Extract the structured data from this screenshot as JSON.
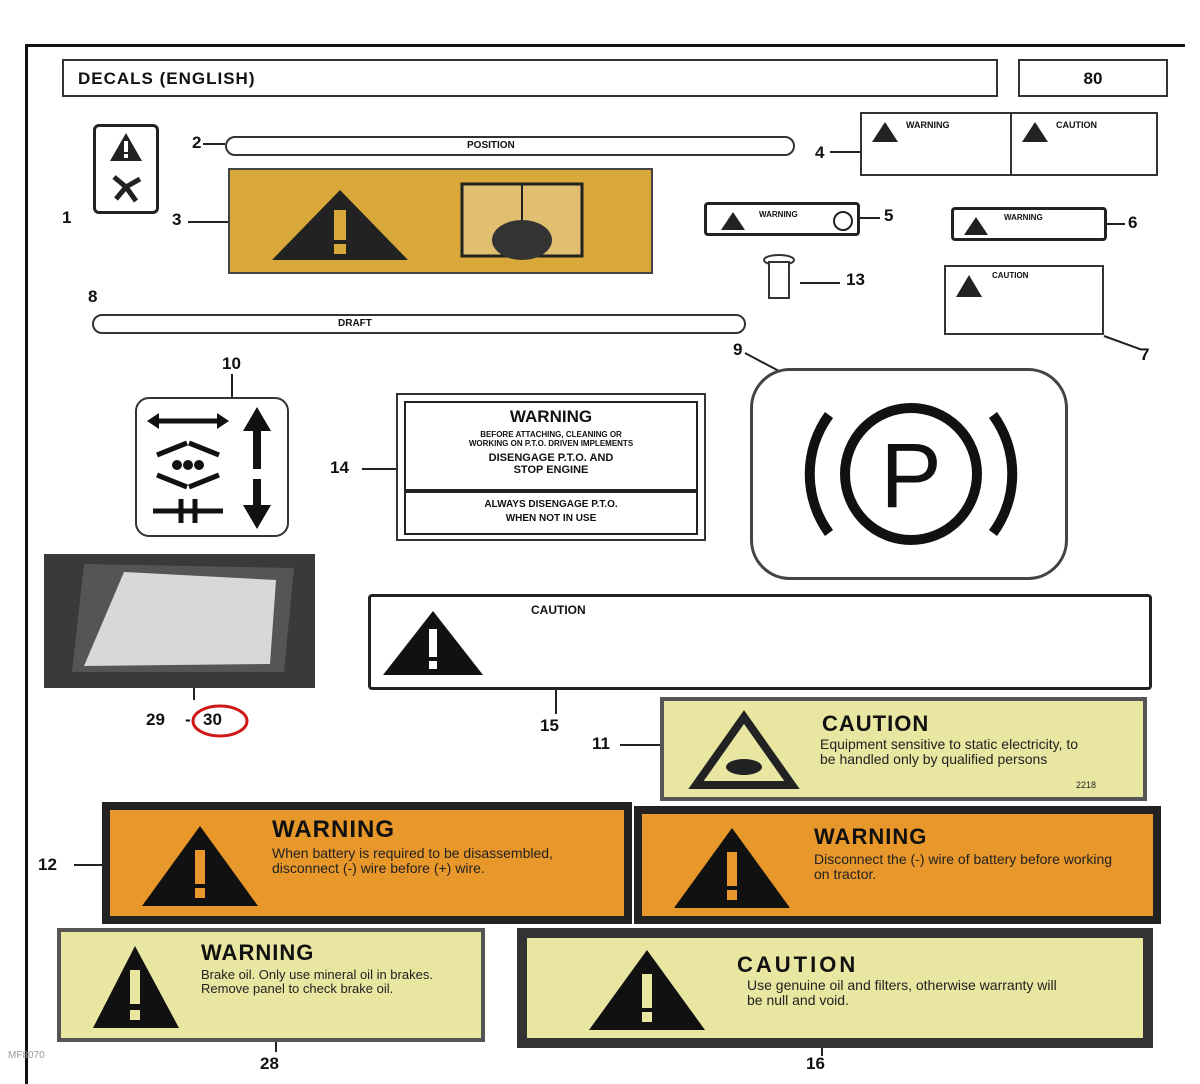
{
  "header": {
    "title": "DECALS (ENGLISH)",
    "page": "80"
  },
  "callouts": {
    "c1": "1",
    "c2": "2",
    "c3": "3",
    "c4": "4",
    "c5": "5",
    "c6": "6",
    "c7": "7",
    "c8": "8",
    "c9": "9",
    "c10": "10",
    "c11": "11",
    "c12": "12",
    "c13": "13",
    "c14": "14",
    "c15": "15",
    "c16": "16",
    "c28": "28",
    "c29": "29",
    "c30": "30"
  },
  "decal14": {
    "title": "WARNING",
    "line1": "BEFORE ATTACHING, CLEANING OR",
    "line2": "WORKING ON P.T.O. DRIVEN IMPLEMENTS",
    "line3": "DISENGAGE P.T.O. AND",
    "line4": "STOP ENGINE",
    "line5": "ALWAYS DISENGAGE P.T.O.",
    "line6": "WHEN NOT IN USE"
  },
  "decal9": {
    "symbol": "P"
  },
  "decal15": {
    "title": "CAUTION"
  },
  "decal4": {
    "left_title": "WARNING",
    "right_title": "CAUTION"
  },
  "decal5": {
    "title": "WARNING"
  },
  "decal6": {
    "title": "WARNING"
  },
  "decal7": {
    "title": "CAUTION"
  },
  "decal2": {
    "text": "POSITION"
  },
  "decal8": {
    "text": "DRAFT"
  },
  "decal11": {
    "title": "CAUTION",
    "text": "Equipment sensitive to static electricity, to be handled only by qualified persons",
    "code": "2218"
  },
  "decal12a": {
    "title": "WARNING",
    "text": "When battery is required to be disassembled, disconnect (-) wire before (+) wire."
  },
  "decal12b": {
    "title": "WARNING",
    "text": "Disconnect the (-) wire of battery before working on tractor."
  },
  "decal28": {
    "title": "WARNING",
    "text": "Brake oil. Only use mineral oil in brakes. Remove panel to check brake oil."
  },
  "decal16": {
    "title": "CAUTION",
    "text": "Use genuine oil and filters, otherwise warranty will be null and void."
  },
  "watermark": "MF8070",
  "colors": {
    "yellow": "#e8e6a0",
    "orange": "#e8972a",
    "gold": "#d8a93a",
    "circle": "#d01818"
  }
}
